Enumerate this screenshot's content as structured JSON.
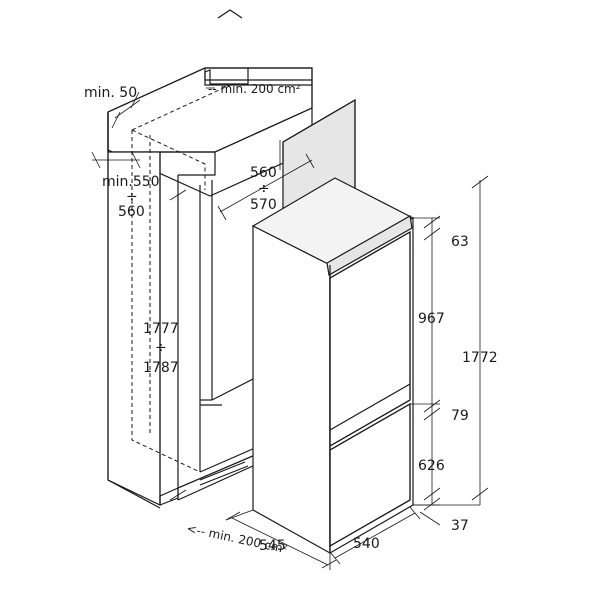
{
  "dimensions": {
    "niche_depth_min": "min. 50",
    "vent_top": "-- min. 200 cm²",
    "niche_width_top": "min.550",
    "niche_width_sep": "÷",
    "niche_width_bot": "560",
    "panel_depth_top": "560",
    "panel_depth_sep": "÷",
    "panel_depth_bot": "570",
    "niche_height_top": "1777",
    "niche_height_sep": "÷",
    "niche_height_bot": "1787",
    "vent_bottom": "<-- min. 200 cm²",
    "appliance_depth": "545",
    "appliance_width": "540",
    "top_gap": "63",
    "upper_door": "967",
    "door_gap": "79",
    "lower_door": "626",
    "bottom_gap": "37",
    "total_height": "1772"
  }
}
